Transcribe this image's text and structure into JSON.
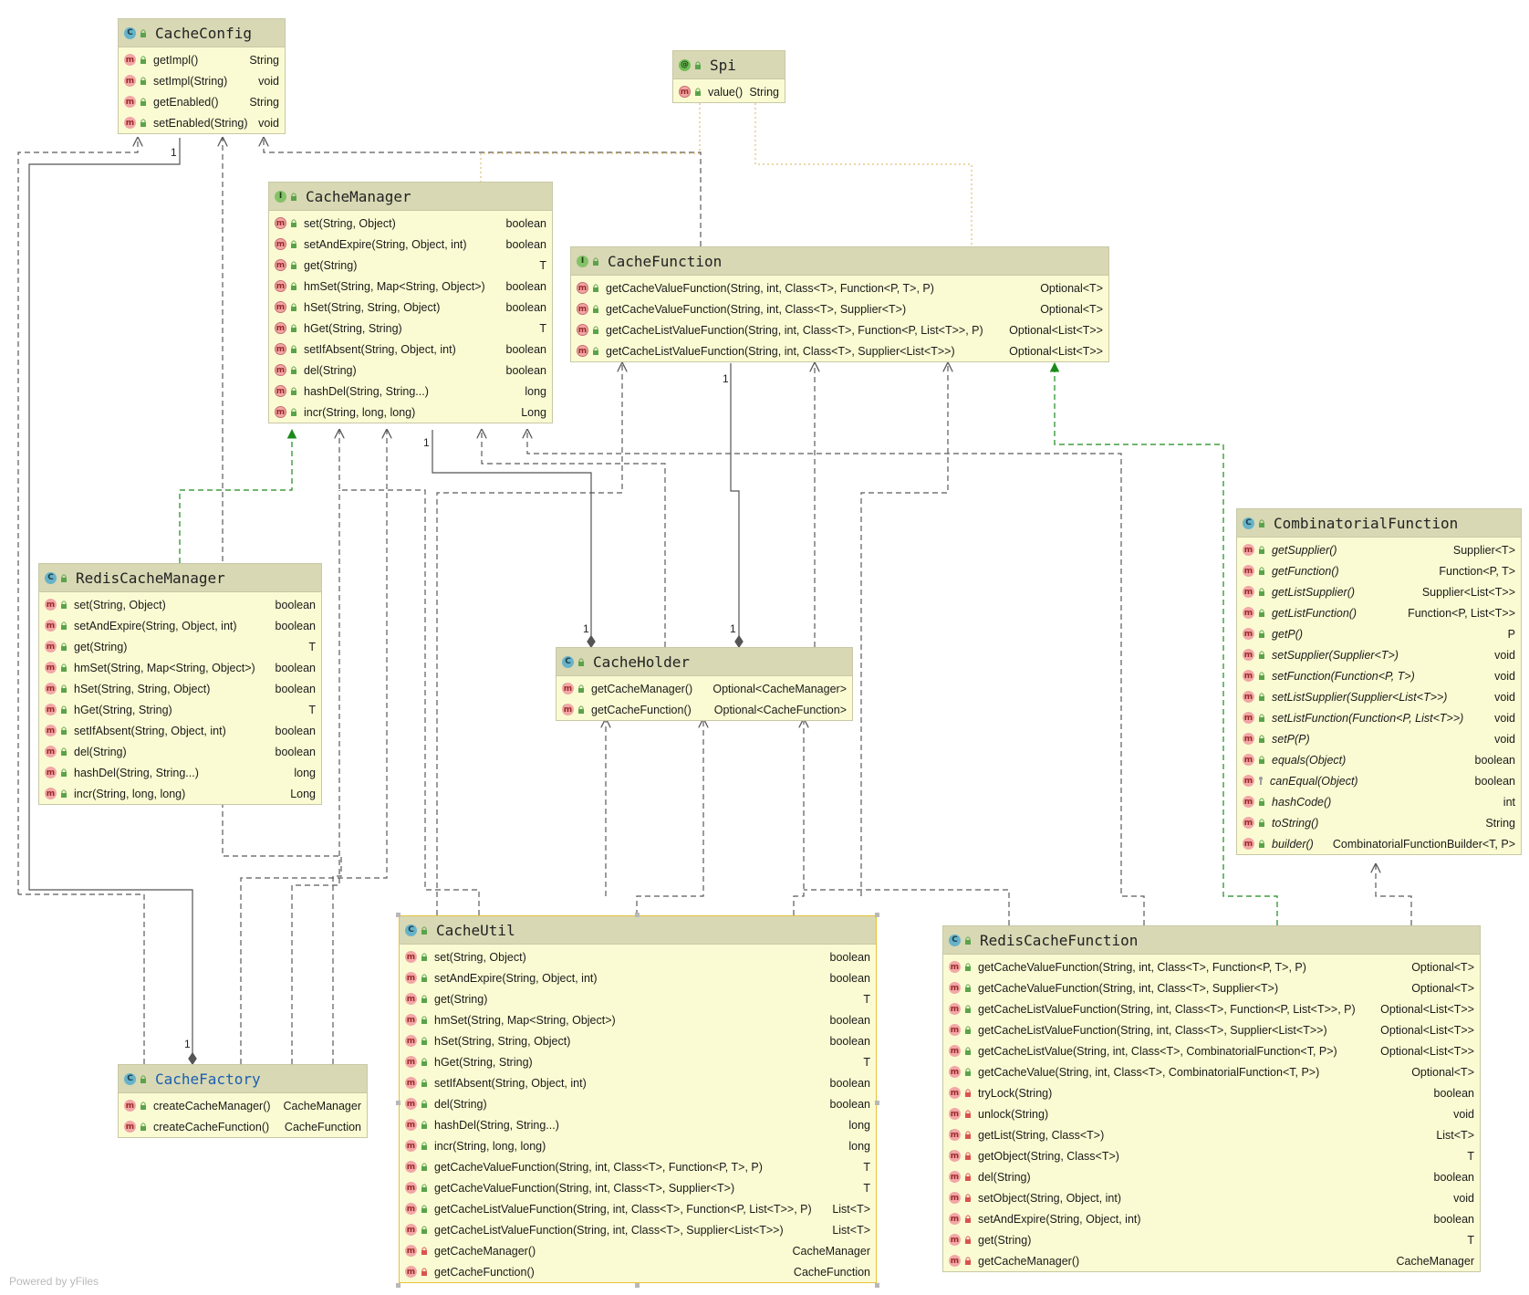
{
  "diagram": {
    "watermark": "Powered by yFiles",
    "boxes": [
      {
        "id": "CacheConfig",
        "kind": "class",
        "type_icon": "C",
        "name": "CacheConfig",
        "name_color": "default",
        "members": [
          {
            "icon": "method",
            "vis": "public",
            "sig": "getImpl()",
            "type": "String"
          },
          {
            "icon": "method",
            "vis": "public",
            "sig": "setImpl(String)",
            "type": "void"
          },
          {
            "icon": "method",
            "vis": "public",
            "sig": "getEnabled()",
            "type": "String"
          },
          {
            "icon": "method",
            "vis": "public",
            "sig": "setEnabled(String)",
            "type": "void"
          }
        ]
      },
      {
        "id": "Spi",
        "kind": "annotation",
        "type_icon": "@",
        "name": "Spi",
        "name_color": "default",
        "members": [
          {
            "icon": "abstract",
            "vis": "public",
            "sig": "value()",
            "type": "String"
          }
        ]
      },
      {
        "id": "CacheManager",
        "kind": "interface",
        "type_icon": "I",
        "name": "CacheManager",
        "name_color": "default",
        "members": [
          {
            "icon": "abstract",
            "vis": "public",
            "sig": "set(String, Object)",
            "type": "boolean"
          },
          {
            "icon": "abstract",
            "vis": "public",
            "sig": "setAndExpire(String, Object, int)",
            "type": "boolean"
          },
          {
            "icon": "abstract",
            "vis": "public",
            "sig": "get(String)",
            "type": "T"
          },
          {
            "icon": "abstract",
            "vis": "public",
            "sig": "hmSet(String, Map<String, Object>)",
            "type": "boolean"
          },
          {
            "icon": "abstract",
            "vis": "public",
            "sig": "hSet(String, String, Object)",
            "type": "boolean"
          },
          {
            "icon": "abstract",
            "vis": "public",
            "sig": "hGet(String, String)",
            "type": "T"
          },
          {
            "icon": "abstract",
            "vis": "public",
            "sig": "setIfAbsent(String, Object, int)",
            "type": "boolean"
          },
          {
            "icon": "abstract",
            "vis": "public",
            "sig": "del(String)",
            "type": "boolean"
          },
          {
            "icon": "abstract",
            "vis": "public",
            "sig": "hashDel(String, String...)",
            "type": "long"
          },
          {
            "icon": "abstract",
            "vis": "public",
            "sig": "incr(String, long, long)",
            "type": "Long"
          }
        ]
      },
      {
        "id": "CacheFunction",
        "kind": "interface",
        "type_icon": "I",
        "name": "CacheFunction",
        "name_color": "default",
        "members": [
          {
            "icon": "abstract",
            "vis": "public",
            "sig": "getCacheValueFunction(String, int, Class<T>, Function<P, T>, P)",
            "type": "Optional<T>"
          },
          {
            "icon": "abstract",
            "vis": "public",
            "sig": "getCacheValueFunction(String, int, Class<T>, Supplier<T>)",
            "type": "Optional<T>"
          },
          {
            "icon": "abstract",
            "vis": "public",
            "sig": "getCacheListValueFunction(String, int, Class<T>, Function<P, List<T>>, P)",
            "type": "Optional<List<T>>"
          },
          {
            "icon": "abstract",
            "vis": "public",
            "sig": "getCacheListValueFunction(String, int, Class<T>, Supplier<List<T>>)",
            "type": "Optional<List<T>>"
          }
        ]
      },
      {
        "id": "CombinatorialFunction",
        "kind": "class",
        "type_icon": "C",
        "name": "CombinatorialFunction",
        "name_color": "default",
        "members": [
          {
            "icon": "method",
            "vis": "public",
            "sig": "getSupplier()",
            "type": "Supplier<T>",
            "italic": true
          },
          {
            "icon": "method",
            "vis": "public",
            "sig": "getFunction()",
            "type": "Function<P, T>",
            "italic": true
          },
          {
            "icon": "method",
            "vis": "public",
            "sig": "getListSupplier()",
            "type": "Supplier<List<T>>",
            "italic": true
          },
          {
            "icon": "method",
            "vis": "public",
            "sig": "getListFunction()",
            "type": "Function<P, List<T>>",
            "italic": true
          },
          {
            "icon": "method",
            "vis": "public",
            "sig": "getP()",
            "type": "P",
            "italic": true
          },
          {
            "icon": "method",
            "vis": "public",
            "sig": "setSupplier(Supplier<T>)",
            "type": "void",
            "italic": true
          },
          {
            "icon": "method",
            "vis": "public",
            "sig": "setFunction(Function<P, T>)",
            "type": "void",
            "italic": true
          },
          {
            "icon": "method",
            "vis": "public",
            "sig": "setListSupplier(Supplier<List<T>>)",
            "type": "void",
            "italic": true
          },
          {
            "icon": "method",
            "vis": "public",
            "sig": "setListFunction(Function<P, List<T>>)",
            "type": "void",
            "italic": true
          },
          {
            "icon": "method",
            "vis": "public",
            "sig": "setP(P)",
            "type": "void",
            "italic": true
          },
          {
            "icon": "method",
            "vis": "public",
            "sig": "equals(Object)",
            "type": "boolean",
            "italic": true
          },
          {
            "icon": "method",
            "vis": "package",
            "sig": "canEqual(Object)",
            "type": "boolean",
            "italic": true
          },
          {
            "icon": "method",
            "vis": "public",
            "sig": "hashCode()",
            "type": "int",
            "italic": true
          },
          {
            "icon": "method",
            "vis": "public",
            "sig": "toString()",
            "type": "String",
            "italic": true
          },
          {
            "icon": "method",
            "vis": "public",
            "sig": "builder()",
            "type": "CombinatorialFunctionBuilder<T, P>",
            "italic": true,
            "italic_partial": true
          }
        ]
      },
      {
        "id": "RedisCacheManager",
        "kind": "class",
        "type_icon": "C",
        "name": "RedisCacheManager",
        "name_color": "default",
        "members": [
          {
            "icon": "method",
            "vis": "public",
            "sig": "set(String, Object)",
            "type": "boolean"
          },
          {
            "icon": "method",
            "vis": "public",
            "sig": "setAndExpire(String, Object, int)",
            "type": "boolean"
          },
          {
            "icon": "method",
            "vis": "public",
            "sig": "get(String)",
            "type": "T"
          },
          {
            "icon": "method",
            "vis": "public",
            "sig": "hmSet(String, Map<String, Object>)",
            "type": "boolean"
          },
          {
            "icon": "method",
            "vis": "public",
            "sig": "hSet(String, String, Object)",
            "type": "boolean"
          },
          {
            "icon": "method",
            "vis": "public",
            "sig": "hGet(String, String)",
            "type": "T"
          },
          {
            "icon": "method",
            "vis": "public",
            "sig": "setIfAbsent(String, Object, int)",
            "type": "boolean"
          },
          {
            "icon": "method",
            "vis": "public",
            "sig": "del(String)",
            "type": "boolean"
          },
          {
            "icon": "method",
            "vis": "public",
            "sig": "hashDel(String, String...)",
            "type": "long"
          },
          {
            "icon": "method",
            "vis": "public",
            "sig": "incr(String, long, long)",
            "type": "Long"
          }
        ]
      },
      {
        "id": "CacheHolder",
        "kind": "class",
        "type_icon": "C",
        "name": "CacheHolder",
        "name_color": "default",
        "members": [
          {
            "icon": "static",
            "vis": "public",
            "sig": "getCacheManager()",
            "type": "Optional<CacheManager>"
          },
          {
            "icon": "static",
            "vis": "public",
            "sig": "getCacheFunction()",
            "type": "Optional<CacheFunction>"
          }
        ]
      },
      {
        "id": "CacheUtil",
        "kind": "class",
        "type_icon": "C",
        "name": "CacheUtil",
        "name_color": "default",
        "members": [
          {
            "icon": "method",
            "vis": "public",
            "sig": "set(String, Object)",
            "type": "boolean"
          },
          {
            "icon": "method",
            "vis": "public",
            "sig": "setAndExpire(String, Object, int)",
            "type": "boolean"
          },
          {
            "icon": "method",
            "vis": "public",
            "sig": "get(String)",
            "type": "T"
          },
          {
            "icon": "method",
            "vis": "public",
            "sig": "hmSet(String, Map<String, Object>)",
            "type": "boolean"
          },
          {
            "icon": "method",
            "vis": "public",
            "sig": "hSet(String, String, Object)",
            "type": "boolean"
          },
          {
            "icon": "method",
            "vis": "public",
            "sig": "hGet(String, String)",
            "type": "T"
          },
          {
            "icon": "method",
            "vis": "public",
            "sig": "setIfAbsent(String, Object, int)",
            "type": "boolean"
          },
          {
            "icon": "method",
            "vis": "public",
            "sig": "del(String)",
            "type": "boolean"
          },
          {
            "icon": "method",
            "vis": "public",
            "sig": "hashDel(String, String...)",
            "type": "long"
          },
          {
            "icon": "method",
            "vis": "public",
            "sig": "incr(String, long, long)",
            "type": "long"
          },
          {
            "icon": "method",
            "vis": "public",
            "sig": "getCacheValueFunction(String, int, Class<T>, Function<P, T>, P)",
            "type": "T"
          },
          {
            "icon": "method",
            "vis": "public",
            "sig": "getCacheValueFunction(String, int, Class<T>, Supplier<T>)",
            "type": "T"
          },
          {
            "icon": "method",
            "vis": "public",
            "sig": "getCacheListValueFunction(String, int, Class<T>, Function<P, List<T>>, P)",
            "type": "List<T>"
          },
          {
            "icon": "method",
            "vis": "public",
            "sig": "getCacheListValueFunction(String, int, Class<T>, Supplier<List<T>>)",
            "type": "List<T>"
          },
          {
            "icon": "method",
            "vis": "private",
            "sig": "getCacheManager()",
            "type": "CacheManager"
          },
          {
            "icon": "method",
            "vis": "private",
            "sig": "getCacheFunction()",
            "type": "CacheFunction"
          }
        ]
      },
      {
        "id": "RedisCacheFunction",
        "kind": "class",
        "type_icon": "C",
        "name": "RedisCacheFunction",
        "name_color": "default",
        "members": [
          {
            "icon": "method",
            "vis": "public",
            "sig": "getCacheValueFunction(String, int, Class<T>, Function<P, T>, P)",
            "type": "Optional<T>"
          },
          {
            "icon": "method",
            "vis": "public",
            "sig": "getCacheValueFunction(String, int, Class<T>, Supplier<T>)",
            "type": "Optional<T>"
          },
          {
            "icon": "method",
            "vis": "public",
            "sig": "getCacheListValueFunction(String, int, Class<T>, Function<P, List<T>>, P)",
            "type": "Optional<List<T>>"
          },
          {
            "icon": "method",
            "vis": "public",
            "sig": "getCacheListValueFunction(String, int, Class<T>, Supplier<List<T>>)",
            "type": "Optional<List<T>>"
          },
          {
            "icon": "method",
            "vis": "public",
            "sig": "getCacheListValue(String, int, Class<T>, CombinatorialFunction<T, P>)",
            "type": "Optional<List<T>>"
          },
          {
            "icon": "method",
            "vis": "public",
            "sig": "getCacheValue(String, int, Class<T>, CombinatorialFunction<T, P>)",
            "type": "Optional<T>"
          },
          {
            "icon": "method",
            "vis": "private",
            "sig": "tryLock(String)",
            "type": "boolean"
          },
          {
            "icon": "method",
            "vis": "private",
            "sig": "unlock(String)",
            "type": "void"
          },
          {
            "icon": "static",
            "vis": "private",
            "sig": "getList(String, Class<T>)",
            "type": "List<T>"
          },
          {
            "icon": "static",
            "vis": "private",
            "sig": "getObject(String, Class<T>)",
            "type": "T"
          },
          {
            "icon": "method",
            "vis": "private",
            "sig": "del(String)",
            "type": "boolean"
          },
          {
            "icon": "method",
            "vis": "private",
            "sig": "setObject(String, Object, int)",
            "type": "void"
          },
          {
            "icon": "method",
            "vis": "private",
            "sig": "setAndExpire(String, Object, int)",
            "type": "boolean"
          },
          {
            "icon": "method",
            "vis": "private",
            "sig": "get(String)",
            "type": "T"
          },
          {
            "icon": "method",
            "vis": "private",
            "sig": "getCacheManager()",
            "type": "CacheManager"
          }
        ]
      },
      {
        "id": "CacheFactory",
        "kind": "class",
        "type_icon": "C",
        "name": "CacheFactory",
        "name_color": "blue",
        "members": [
          {
            "icon": "method",
            "vis": "public",
            "sig": "createCacheManager()",
            "type": "CacheManager"
          },
          {
            "icon": "method",
            "vis": "public",
            "sig": "createCacheFunction()",
            "type": "CacheFunction"
          }
        ]
      }
    ],
    "multiplicities": [
      "1",
      "1",
      "1",
      "1",
      "1",
      "1"
    ],
    "relations": [
      {
        "kind": "dependency",
        "from": "CacheUtil",
        "to": "CacheConfig"
      },
      {
        "kind": "dependency",
        "from": "CacheManager",
        "to": "Spi"
      },
      {
        "kind": "dependency",
        "from": "CacheFunction",
        "to": "Spi"
      },
      {
        "kind": "realization",
        "from": "RedisCacheManager",
        "to": "CacheManager"
      },
      {
        "kind": "realization",
        "from": "RedisCacheFunction",
        "to": "CacheFunction"
      },
      {
        "kind": "composition",
        "from": "CacheHolder",
        "to": "CacheManager"
      },
      {
        "kind": "composition",
        "from": "CacheHolder",
        "to": "CacheFunction"
      },
      {
        "kind": "composition",
        "from": "CacheFactory",
        "to": "CacheConfig"
      },
      {
        "kind": "dependency",
        "from": "CacheUtil",
        "to": "CacheHolder"
      },
      {
        "kind": "dependency",
        "from": "RedisCacheFunction",
        "to": "CombinatorialFunction"
      }
    ],
    "colors": {
      "box_fill": "#fbfbd3",
      "header_fill": "#d8d8b4",
      "border": "#c8c8a6",
      "realization_edge": "#1a8a1a",
      "dependency_edge": "#5a5a5a",
      "annotation_edge": "#e0c070",
      "factory_title": "#1b5fb0"
    }
  }
}
